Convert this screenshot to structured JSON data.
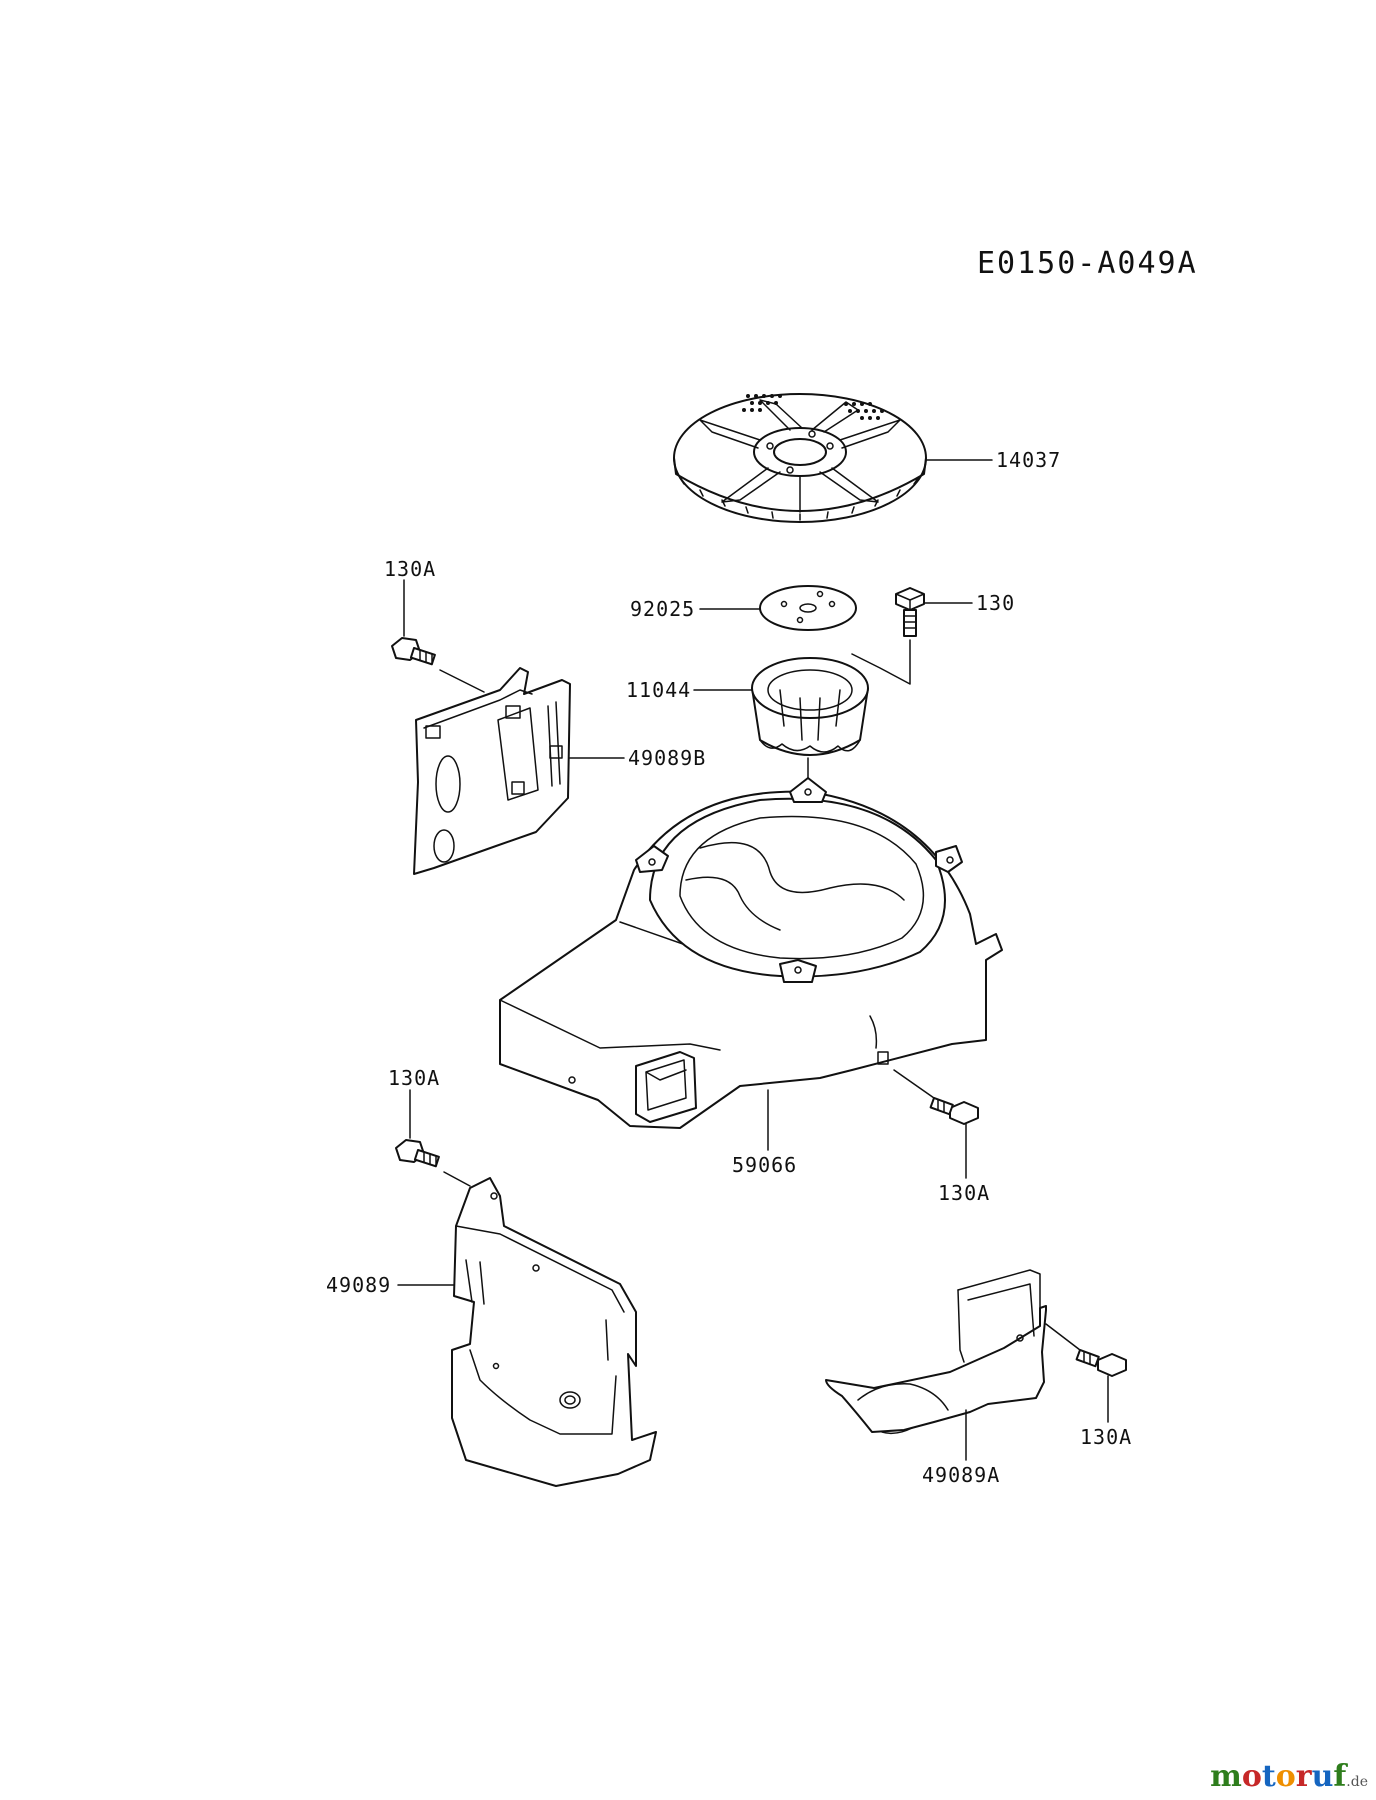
{
  "diagram": {
    "code": "E0150-A049A",
    "parts": [
      {
        "id": "p14037",
        "label": "14037"
      },
      {
        "id": "p92025",
        "label": "92025"
      },
      {
        "id": "p130",
        "label": "130"
      },
      {
        "id": "p11044",
        "label": "11044"
      },
      {
        "id": "p130a_top",
        "label": "130A"
      },
      {
        "id": "p49089b",
        "label": "49089B"
      },
      {
        "id": "p59066",
        "label": "59066"
      },
      {
        "id": "p130a_mid_left",
        "label": "130A"
      },
      {
        "id": "p130a_mid_right",
        "label": "130A"
      },
      {
        "id": "p49089",
        "label": "49089"
      },
      {
        "id": "p49089a",
        "label": "49089A"
      },
      {
        "id": "p130a_bottom",
        "label": "130A"
      }
    ]
  },
  "watermark": {
    "part1": "motoruf",
    "tld": ".de"
  },
  "colors": {
    "line": "#111111",
    "m_green": "#2e7d1c",
    "m_red": "#c62828",
    "m_blue": "#1565c0",
    "m_orange": "#ef8f00"
  }
}
